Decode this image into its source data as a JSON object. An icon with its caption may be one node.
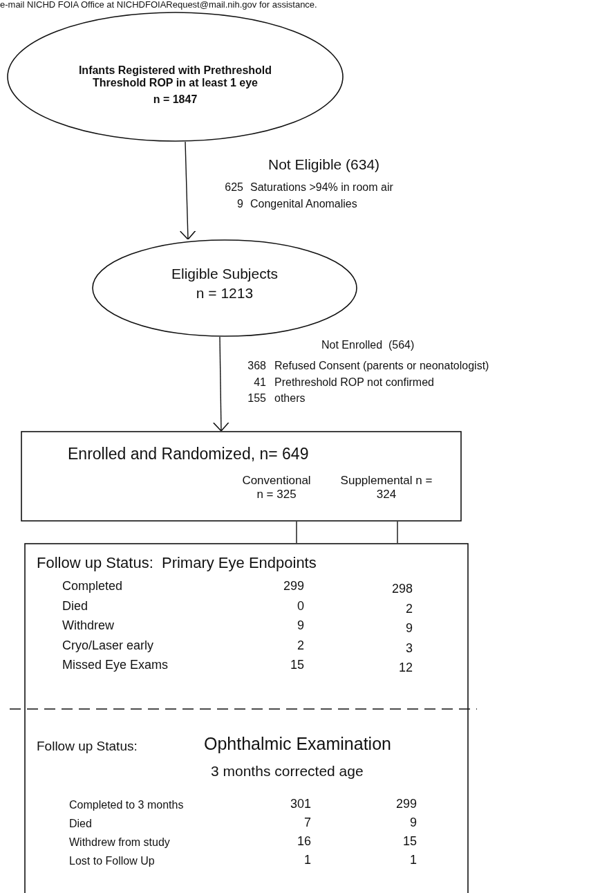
{
  "diagram": {
    "nodes": [
      {
        "text": [
          "Infants Registered with Prethreshold Threshold ROP in at least 1 eye",
          "n = 1847"
        ]
      },
      {
        "text": [
          "Eligible Subjects",
          "n = 1213"
        ]
      },
      {
        "text": [
          "Enrolled and Randomized, n= 649",
          "Conventional n = 325",
          "Supplemental n = 324"
        ]
      },
      {
        "text": [
          "Follow up Status:  Primary Eye Endpoints",
          "Completed",
          "299",
          "298",
          "Died",
          "0",
          "2",
          "Withdrew",
          "9",
          "9",
          "Cryo/Laser early",
          "2",
          "3",
          "Missed Eye Exams",
          "15",
          "12",
          "Follow up Status:",
          "Ophthalmic Examination",
          "3 months corrected age",
          "Completed to 3 months",
          "301",
          "299",
          "Died",
          "7",
          "9",
          "Withdrew from study",
          "16",
          "15",
          "Lost to Follow Up",
          "1",
          "1"
        ]
      }
    ],
    "edges": [
      {
        "from": 0,
        "to": 1,
        "arrow": "to"
      },
      {
        "from": 1,
        "to": 2,
        "arrow": "to"
      },
      {
        "from": 2,
        "to": 3,
        "arrow": "none"
      },
      {
        "from": 2,
        "to": 3,
        "arrow": "none"
      }
    ],
    "labels": [
      "e-mail NICHD FOIA Office at NICHDFOIARequest@mail.nih.gov for assistance.",
      "Not Eligible (634)",
      "625",
      "Saturations >94% in room air",
      "9",
      "Congenital Anomalies",
      "Not Enrolled  (564)",
      "368",
      "Refused Consent (parents or neonatologist)",
      "41",
      "Prethreshold ROP not confirmed",
      "155",
      "others"
    ]
  }
}
